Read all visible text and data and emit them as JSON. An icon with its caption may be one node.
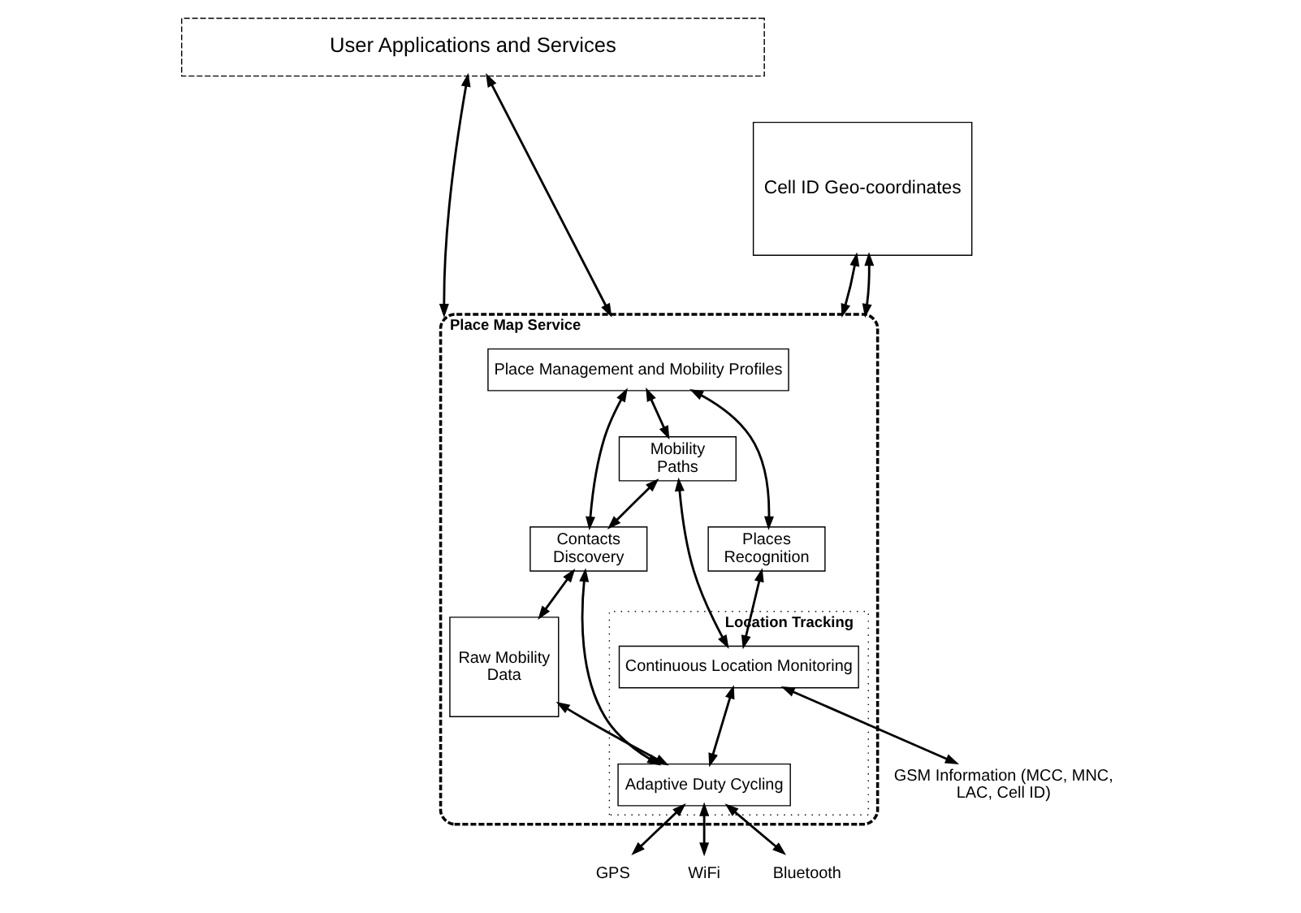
{
  "diagram": {
    "nodes": [
      {
        "text": [
          "User Applications and Services"
        ]
      },
      {
        "text": [
          "Place Map Service"
        ]
      },
      {
        "text": [
          "Cell ID Geo-coordinates"
        ]
      },
      {
        "text": [
          "Place Management and Mobility Profiles"
        ],
        "in": 1
      },
      {
        "text": [
          "Raw Mobility Data"
        ],
        "in": 1
      },
      {
        "text": [
          "Places Recognition"
        ],
        "in": 1
      },
      {
        "text": [
          "Mobility Paths"
        ],
        "in": 1
      },
      {
        "text": [
          "Contacts Discovery"
        ],
        "in": 1
      },
      {
        "text": [
          "Location Tracking"
        ],
        "in": 1
      },
      {
        "text": [
          "Continuous Location Monitoring"
        ],
        "in": 8
      },
      {
        "text": [
          "Adaptive Duty Cycling"
        ],
        "in": 8
      },
      {
        "text": [
          "GSM Information (MCC, MNC, LAC, Cell ID)"
        ]
      },
      {
        "text": [
          "GPS"
        ]
      },
      {
        "text": [
          "WiFi"
        ]
      },
      {
        "text": [
          "Bluetooth"
        ]
      }
    ],
    "edges": [
      {
        "from": 0,
        "to": 1,
        "arrow": "both"
      },
      {
        "from": 0,
        "to": 1,
        "arrow": "both"
      },
      {
        "from": 2,
        "to": 1,
        "arrow": "both"
      },
      {
        "from": 2,
        "to": 1,
        "arrow": "both"
      },
      {
        "from": 3,
        "to": 5,
        "arrow": "both"
      },
      {
        "from": 3,
        "to": 6,
        "arrow": "both"
      },
      {
        "from": 3,
        "to": 7,
        "arrow": "both"
      },
      {
        "from": 6,
        "to": 7,
        "arrow": "both"
      },
      {
        "from": 7,
        "to": 4,
        "arrow": "both"
      },
      {
        "from": 5,
        "to": 9,
        "arrow": "both"
      },
      {
        "from": 6,
        "to": 9,
        "arrow": "both"
      },
      {
        "from": 7,
        "to": 10,
        "arrow": "both"
      },
      {
        "from": 4,
        "to": 10,
        "arrow": "both"
      },
      {
        "from": 9,
        "to": 10,
        "arrow": "both"
      },
      {
        "from": 9,
        "to": 11,
        "arrow": "both"
      },
      {
        "from": 10,
        "to": 12,
        "arrow": "both"
      },
      {
        "from": 10,
        "to": 13,
        "arrow": "both"
      },
      {
        "from": 10,
        "to": 14,
        "arrow": "both"
      }
    ]
  }
}
